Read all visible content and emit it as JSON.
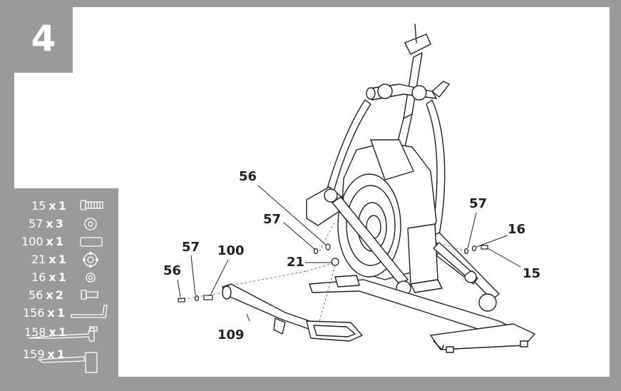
{
  "step": {
    "number": "4"
  },
  "parts": [
    {
      "num": "15",
      "sep": "x",
      "qty": "1",
      "icon": "bolt-icon"
    },
    {
      "num": "57",
      "sep": "x",
      "qty": "3",
      "icon": "washer-icon"
    },
    {
      "num": "100",
      "sep": "x",
      "qty": "1",
      "icon": "sleeve-icon"
    },
    {
      "num": "21",
      "sep": "x",
      "qty": "1",
      "icon": "wave-washer-icon"
    },
    {
      "num": "16",
      "sep": "x",
      "qty": "1",
      "icon": "spring-washer-icon"
    },
    {
      "num": "56",
      "sep": "x",
      "qty": "2",
      "icon": "short-bolt-icon"
    },
    {
      "num": "156",
      "sep": "x",
      "qty": "1",
      "icon": "allen-key-icon"
    },
    {
      "num": "158",
      "sep": "x",
      "qty": "1",
      "icon": "wrench-icon"
    },
    {
      "num": "159",
      "sep": "x",
      "qty": "1",
      "icon": "hex-wrench-icon"
    }
  ],
  "callouts": {
    "c56_top": "56",
    "c57_top": "57",
    "c21": "21",
    "c57_left": "57",
    "c100": "100",
    "c56_left": "56",
    "c109": "109",
    "c57_right": "57",
    "c16": "16",
    "c15": "15"
  },
  "colors": {
    "frame": "#9a9a9a",
    "ink": "#222222",
    "panel_text": "#ffffff"
  }
}
